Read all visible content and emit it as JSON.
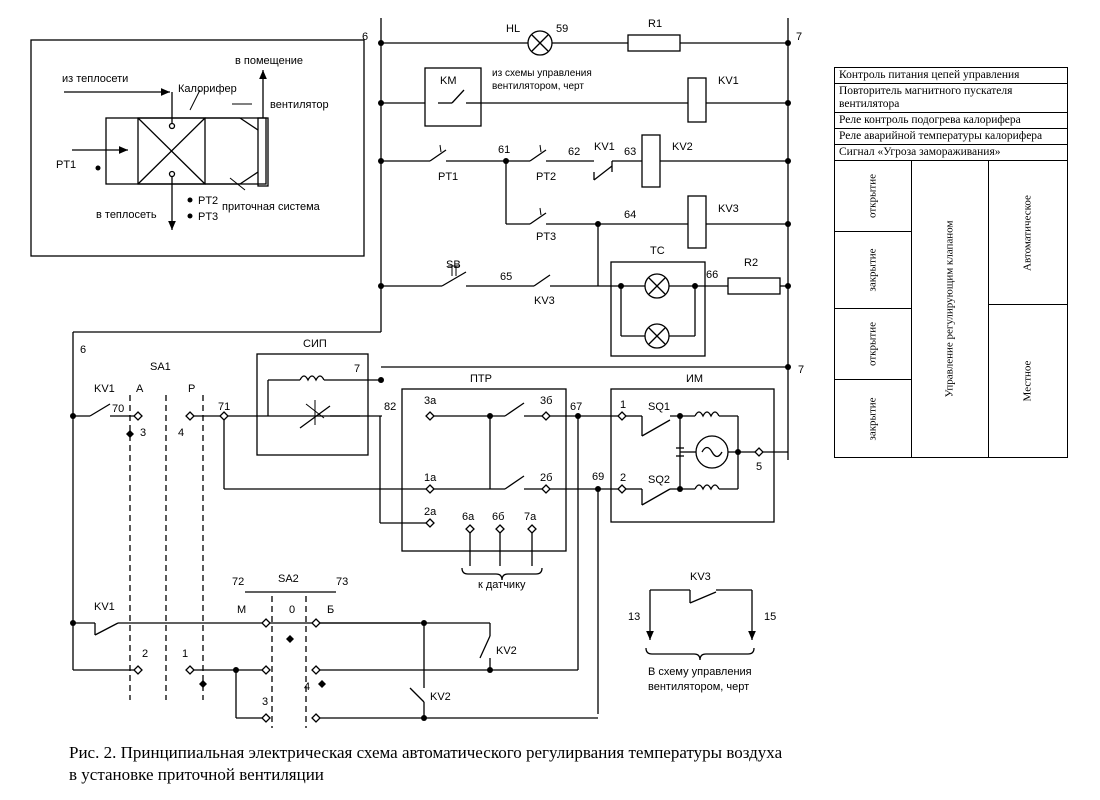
{
  "inset": {
    "from_network": "из теплосети",
    "to_network": "в теплосеть",
    "heater": "Калорифер",
    "to_room": "в помещение",
    "fan": "вентилятор",
    "supply_system": "приточная система",
    "pt1": "PT1",
    "pt2": "PT2",
    "pt3": "PT3"
  },
  "labels": {
    "n6": "6",
    "n7": "7",
    "hl": "HL",
    "n59": "59",
    "r1": "R1",
    "km": "KM",
    "kv1": "KV1",
    "km_note_1": "из схемы управления",
    "km_note_2": "вентилятором, черт",
    "pt1": "PT1",
    "pt2": "PT2",
    "pt3": "PT3",
    "n61": "61",
    "n62": "62",
    "n63": "63",
    "kv2": "KV2",
    "n64": "64",
    "kv3": "KV3",
    "tc": "TC",
    "sb": "SB",
    "n65": "65",
    "n66": "66",
    "r2": "R2",
    "sip": "СИП",
    "ptr": "ПТР",
    "im": "ИМ",
    "sa1": "SA1",
    "a": "A",
    "p": "P",
    "n70": "70",
    "n71": "71",
    "n82": "82",
    "n3": "3",
    "n4": "4",
    "t3a": "3а",
    "t3b": "3б",
    "t1a": "1а",
    "t2b": "2б",
    "t2a": "2а",
    "n67": "67",
    "n69": "69",
    "sq1": "SQ1",
    "sq2": "SQ2",
    "n1": "1",
    "n2": "2",
    "n5": "5",
    "t6a": "6а",
    "t6b": "6б",
    "t7a": "7а",
    "to_sensor": "к датчику",
    "sa2": "SA2",
    "n72": "72",
    "n73": "73",
    "m": "М",
    "zero": "0",
    "b": "Б",
    "n13": "13",
    "n15": "15",
    "fan_scheme_1": "В схему управления",
    "fan_scheme_2": "вентилятором, черт"
  },
  "legend": {
    "rows": [
      "Контроль питания цепей управления",
      "Повторитель магнитного пускателя вентилятора",
      "Реле контроль подогрева калорифера",
      "Реле аварийной температуры калорифера",
      "Сигнал «Угроза замораживания»"
    ],
    "col1": [
      "открытие",
      "закрытие",
      "открытие",
      "закрытие"
    ],
    "col2": "Управление регулирующим клапаном",
    "col3": [
      "Автоматическое",
      "Местное"
    ]
  },
  "caption": {
    "line1": "Рис. 2. Принципиальная электрическая схема автоматического регулирвания температуры воздуха",
    "line2": "в установке приточной вентиляции"
  }
}
